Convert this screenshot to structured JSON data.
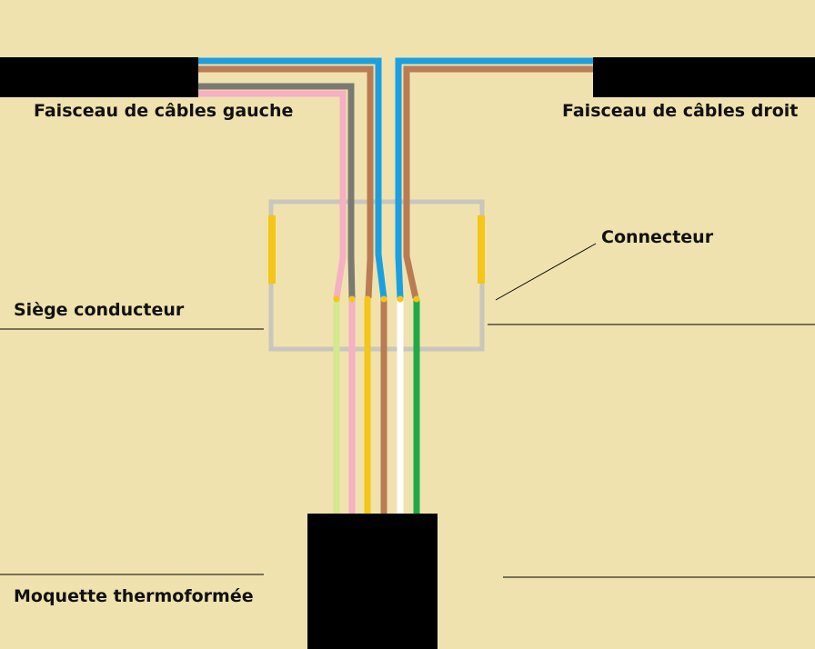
{
  "labels": {
    "left_harness": "Faisceau de câbles gauche",
    "right_harness": "Faisceau de câbles droit",
    "connector": "Connecteur",
    "driver_seat": "Siège conducteur",
    "carpet": "Moquette thermoformée"
  },
  "colors": {
    "background": "#F0E2AE",
    "harness_block": "#000000",
    "connector_frame": "#C9C6BE",
    "connector_clip": "#F5C518",
    "contact_pin": "#F5C518",
    "wire_blue": "#1AA0E0",
    "wire_brown": "#B97C53",
    "wire_grey": "#7A7A72",
    "wire_pink": "#F7AFC3",
    "wire_light_green": "#D4E88E",
    "wire_yellow": "#F5C518",
    "wire_white": "#FFFFFF",
    "wire_green": "#1FAA48",
    "line": "#000000"
  }
}
